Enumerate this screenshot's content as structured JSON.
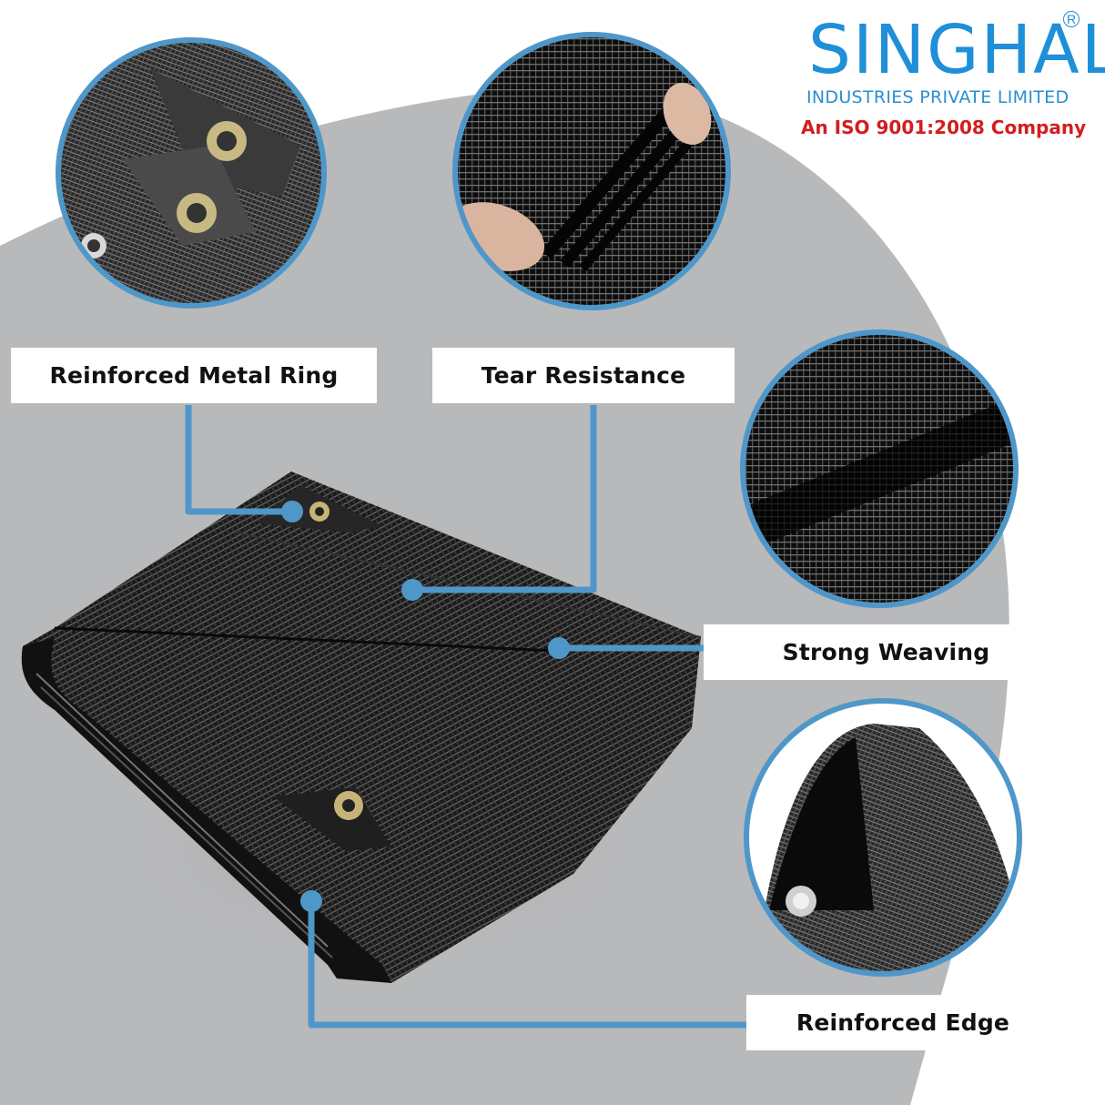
{
  "logo": {
    "brand": "SINGHAL",
    "registered_mark": "R",
    "subtitle": "INDUSTRIES PRIVATE LIMITED",
    "certification": "An ISO 9001:2008 Company",
    "brand_color": "#1e8fd8",
    "cert_color": "#d21e1e"
  },
  "features": [
    {
      "label": "Reinforced Metal Ring",
      "image": "grommet-corner-closeup"
    },
    {
      "label": "Tear Resistance",
      "image": "hands-stretching-tarp"
    },
    {
      "label": "Strong Weaving",
      "image": "woven-texture-closeup"
    },
    {
      "label": "Reinforced Edge",
      "image": "hemmed-edge-with-grommet"
    }
  ],
  "product": {
    "name": "folded-black-tarpaulin"
  },
  "colors": {
    "accent": "#4f97c9",
    "background_shape": "#b8b9bb",
    "label_bg": "#ffffff"
  }
}
